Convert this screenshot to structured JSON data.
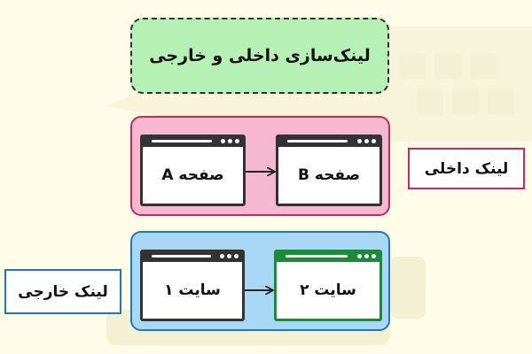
{
  "title": "لینک‌سازی داخلی و خارجی",
  "internal": {
    "label": "لینک داخلی",
    "source": "صفحه A",
    "target": "صفحه B"
  },
  "external": {
    "label": "لینک خارجی",
    "source": "سایت ۱",
    "target": "سایت ۲"
  },
  "colors": {
    "background": "#fffde8",
    "title_fill": "#b7f0b5",
    "internal_fill": "#f5b8cf",
    "internal_border": "#c4285f",
    "external_fill": "#a9d8f7",
    "external_border": "#1f77c4",
    "window_frame": "#333333",
    "external_target_frame": "#1d8a3a"
  }
}
